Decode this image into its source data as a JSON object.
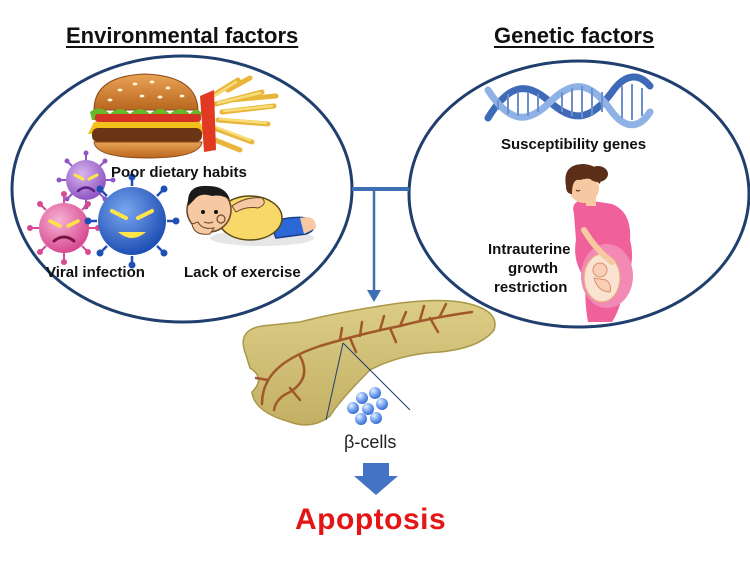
{
  "environmental": {
    "heading": "Environmental factors",
    "labels": {
      "diet": "Poor dietary habits",
      "viral": "Viral infection",
      "exercise": "Lack of exercise"
    }
  },
  "genetic": {
    "heading": "Genetic factors",
    "labels": {
      "genes": "Susceptibility genes",
      "iugr_line1": "Intrauterine",
      "iugr_line2": "growth",
      "iugr_line3": "restriction"
    }
  },
  "pancreas": {
    "cells_label": "β-cells"
  },
  "outcome": {
    "label": "Apoptosis"
  },
  "colors": {
    "ellipse_stroke": "#1f3f6e",
    "connector": "#3d6fb3",
    "pancreas_fill": "#d4c47c",
    "duct": "#a0582a",
    "arrow": "#4472c4",
    "apoptosis": "#e31515"
  }
}
